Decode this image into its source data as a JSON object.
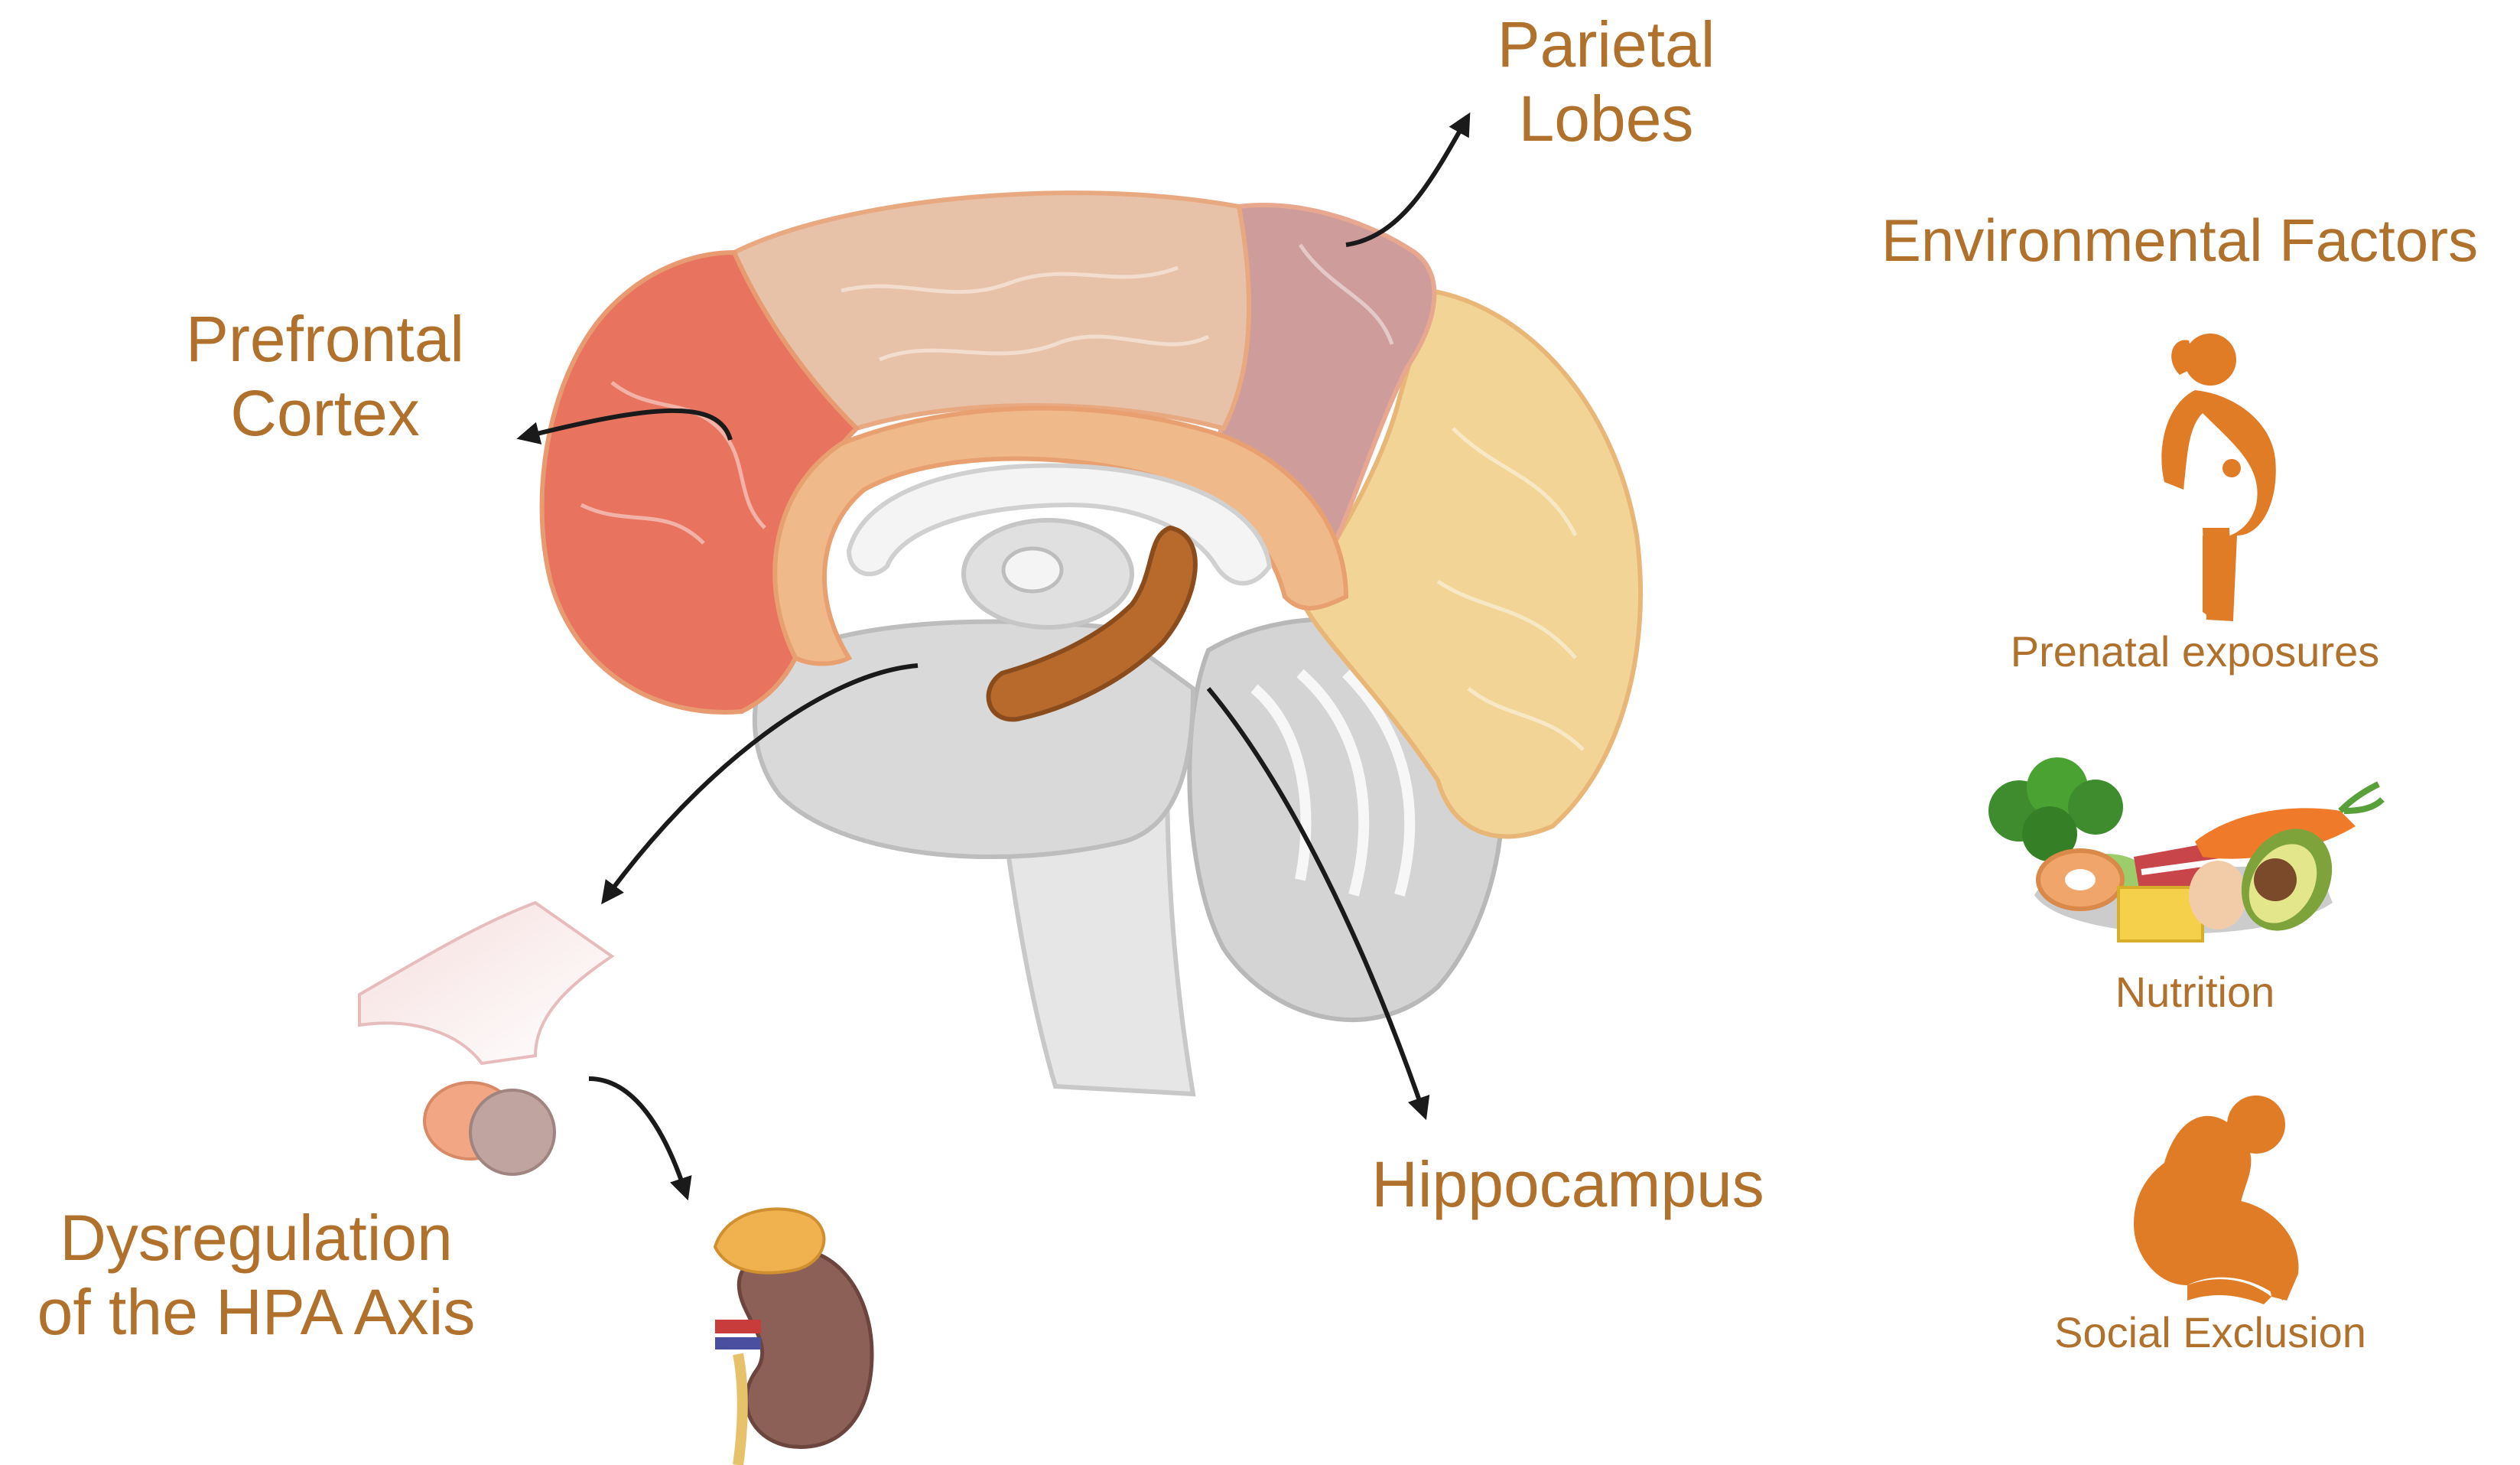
{
  "labels": {
    "parietal": [
      "Parietal",
      "Lobes"
    ],
    "prefrontal": [
      "Prefrontal",
      "Cortex"
    ],
    "hippocampus": "Hippocampus",
    "hpa": [
      "Dysregulation",
      "of the HPA Axis"
    ]
  },
  "environment": {
    "title": "Environmental Factors",
    "items": [
      {
        "label": "Prenatal exposures",
        "icon": "pregnant-woman-icon"
      },
      {
        "label": "Nutrition",
        "icon": "food-icon"
      },
      {
        "label": "Social Exclusion",
        "icon": "crouching-person-icon"
      }
    ]
  },
  "colors": {
    "label_text": "#b0712c",
    "icon_orange": "#e07b26",
    "prefrontal": "#e87460",
    "frontal_top": "#e8c2a8",
    "parietal": "#cf9c9c",
    "occipital": "#f2d596",
    "cingulate": "#f0b98a",
    "hippocampus": "#b86a2c",
    "arrow": "#1a1a1a"
  }
}
